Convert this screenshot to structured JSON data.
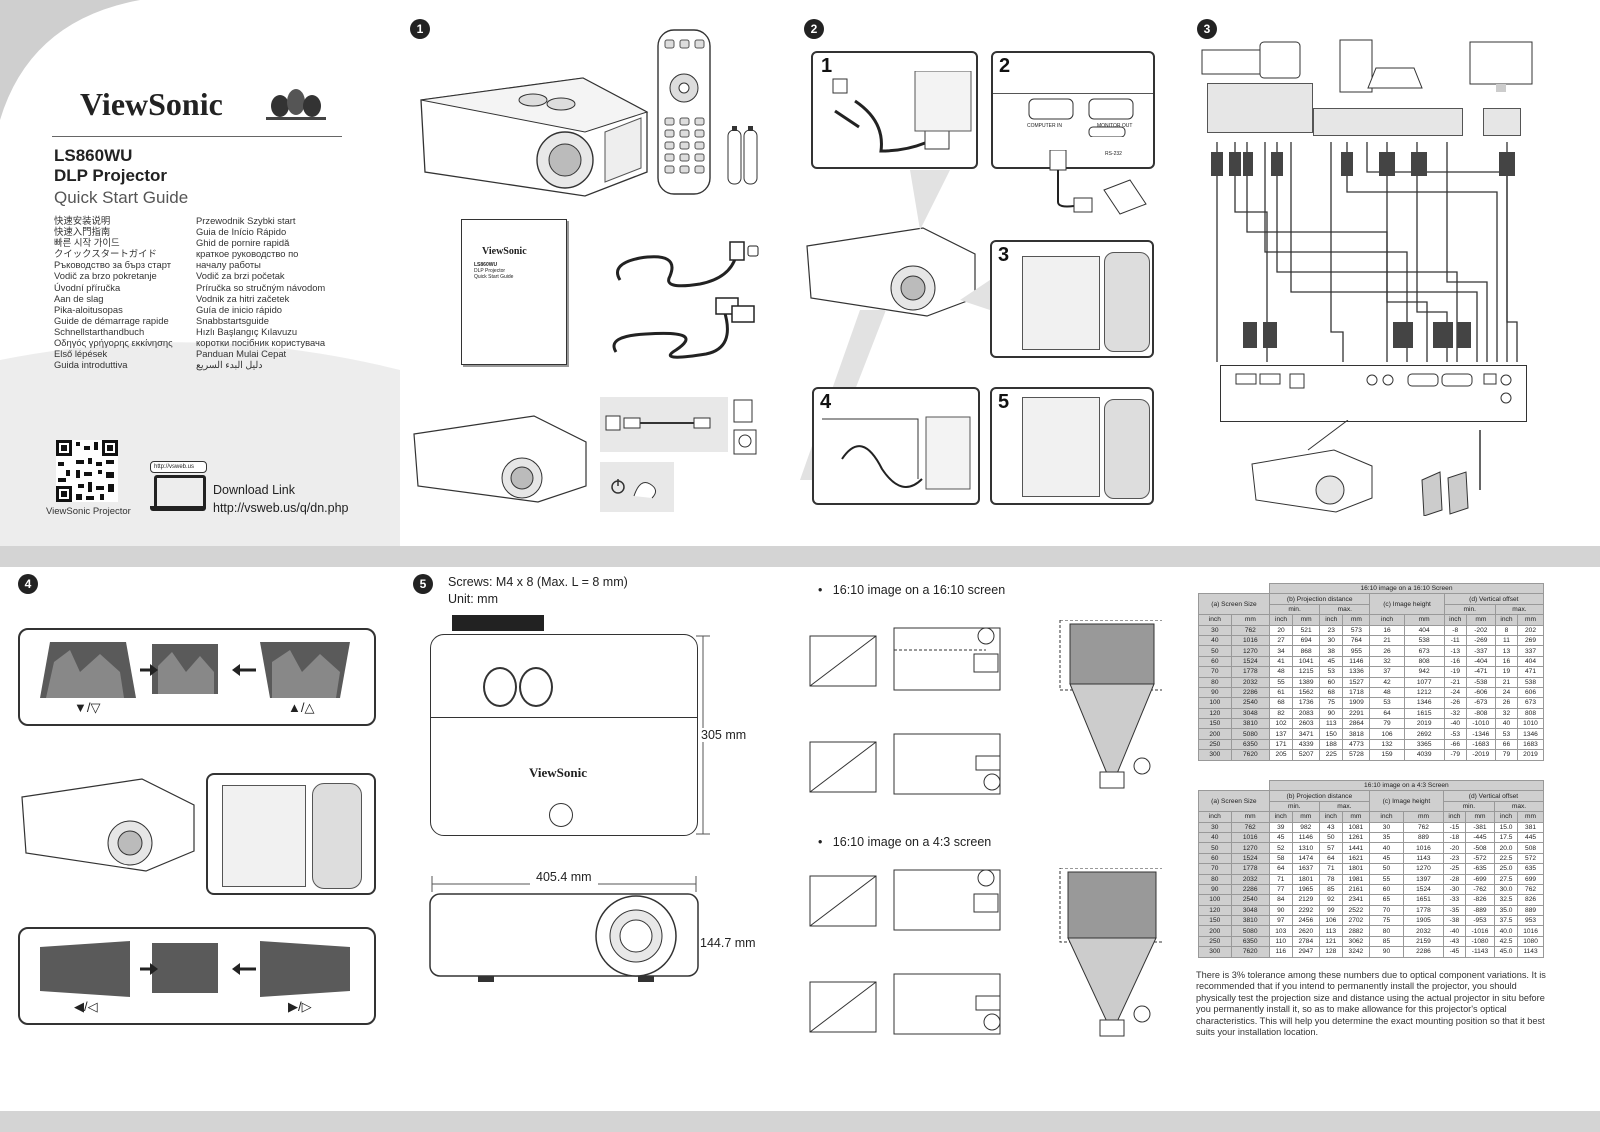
{
  "cover": {
    "brand": "ViewSonic",
    "model": "LS860WU",
    "type": "DLP Projector",
    "guide": "Quick Start Guide",
    "languages_left": [
      "快速安装说明",
      "快速入門指南",
      "빠른 시작 가이드",
      "クイックスタートガイド",
      "Ръководство за бърз старт",
      "Vodič za brzo pokretanje",
      "Úvodní příručka",
      "Aan de slag",
      "Pika-aloitusopas",
      "Guide de démarrage rapide",
      "Schnellstarthandbuch",
      "Οδηγός γρήγορης εκκίνησης",
      "Első lépések",
      "Guida introduttiva"
    ],
    "languages_right": [
      "Przewodnik Szybki start",
      "Guia de Início Rápido",
      "Ghid de pornire rapidă",
      "краткое руководство по",
      "началу работы",
      "Vodič za brzi početak",
      "Príručka so stručným návodom",
      "Vodnik za hitri začetek",
      "Guía de inicio rápido",
      "Snabbstartsguide",
      "Hızlı Başlangıç Kılavuzu",
      "коротки посібник користувача",
      "Panduan Mulai Cepat",
      "دليل البدء السريع"
    ],
    "qr_caption": "ViewSonic Projector",
    "download_label": "Download Link",
    "download_url": "http://vsweb.us/q/dn.php",
    "search_text": "http://vsweb.us"
  },
  "steps": {
    "s1": "1",
    "s2": "2",
    "s3": "3",
    "s4": "4",
    "s5": "5"
  },
  "panel_numbers": [
    "1",
    "2",
    "3",
    "4",
    "5"
  ],
  "connections": {
    "computer_in": "COMPUTER IN",
    "monitor_out": "MONITOR OUT",
    "rs232": "RS-232"
  },
  "keystone": {
    "down": "▼/▽",
    "up": "▲/△",
    "left": "◀/◁",
    "right": "▶/▷"
  },
  "mounting": {
    "screws": "Screws: M4 x 8 (Max. L = 8 mm)",
    "unit": "Unit: mm",
    "depth": "305 mm",
    "width": "405.4 mm",
    "height": "144.7 mm"
  },
  "screens": {
    "s1610": "16:10 image on a 16:10 screen",
    "s43": "16:10 image on a 4:3 screen"
  },
  "table1610": {
    "title": "16:10 image on a 16:10 Screen",
    "h_size": "(a) Screen Size",
    "h_dist": "(b) Projection distance",
    "h_height": "(c) Image height",
    "h_offset": "(d) Vertical offset",
    "min": "min.",
    "max": "max.",
    "units": [
      "inch",
      "mm",
      "inch",
      "mm",
      "inch",
      "mm",
      "inch",
      "mm",
      "inch",
      "mm",
      "inch",
      "mm"
    ],
    "rows": [
      [
        "30",
        "762",
        "20",
        "521",
        "23",
        "573",
        "16",
        "404",
        "-8",
        "-202",
        "8",
        "202"
      ],
      [
        "40",
        "1016",
        "27",
        "694",
        "30",
        "764",
        "21",
        "538",
        "-11",
        "-269",
        "11",
        "269"
      ],
      [
        "50",
        "1270",
        "34",
        "868",
        "38",
        "955",
        "26",
        "673",
        "-13",
        "-337",
        "13",
        "337"
      ],
      [
        "60",
        "1524",
        "41",
        "1041",
        "45",
        "1146",
        "32",
        "808",
        "-16",
        "-404",
        "16",
        "404"
      ],
      [
        "70",
        "1778",
        "48",
        "1215",
        "53",
        "1336",
        "37",
        "942",
        "-19",
        "-471",
        "19",
        "471"
      ],
      [
        "80",
        "2032",
        "55",
        "1389",
        "60",
        "1527",
        "42",
        "1077",
        "-21",
        "-538",
        "21",
        "538"
      ],
      [
        "90",
        "2286",
        "61",
        "1562",
        "68",
        "1718",
        "48",
        "1212",
        "-24",
        "-606",
        "24",
        "606"
      ],
      [
        "100",
        "2540",
        "68",
        "1736",
        "75",
        "1909",
        "53",
        "1346",
        "-26",
        "-673",
        "26",
        "673"
      ],
      [
        "120",
        "3048",
        "82",
        "2083",
        "90",
        "2291",
        "64",
        "1615",
        "-32",
        "-808",
        "32",
        "808"
      ],
      [
        "150",
        "3810",
        "102",
        "2603",
        "113",
        "2864",
        "79",
        "2019",
        "-40",
        "-1010",
        "40",
        "1010"
      ],
      [
        "200",
        "5080",
        "137",
        "3471",
        "150",
        "3818",
        "106",
        "2692",
        "-53",
        "-1346",
        "53",
        "1346"
      ],
      [
        "250",
        "6350",
        "171",
        "4339",
        "188",
        "4773",
        "132",
        "3365",
        "-66",
        "-1683",
        "66",
        "1683"
      ],
      [
        "300",
        "7620",
        "205",
        "5207",
        "225",
        "5728",
        "159",
        "4039",
        "-79",
        "-2019",
        "79",
        "2019"
      ]
    ]
  },
  "table43": {
    "title": "16:10 image on a 4:3 Screen",
    "h_size": "(a) Screen Size",
    "h_dist": "(b) Projection distance",
    "h_height": "(c) Image height",
    "h_offset": "(d) Vertical offset",
    "min": "min.",
    "max": "max.",
    "units": [
      "inch",
      "mm",
      "inch",
      "mm",
      "inch",
      "mm",
      "inch",
      "mm",
      "inch",
      "mm",
      "inch",
      "mm"
    ],
    "rows": [
      [
        "30",
        "762",
        "39",
        "982",
        "43",
        "1081",
        "30",
        "762",
        "-15",
        "-381",
        "15.0",
        "381"
      ],
      [
        "40",
        "1016",
        "45",
        "1146",
        "50",
        "1261",
        "35",
        "889",
        "-18",
        "-445",
        "17.5",
        "445"
      ],
      [
        "50",
        "1270",
        "52",
        "1310",
        "57",
        "1441",
        "40",
        "1016",
        "-20",
        "-508",
        "20.0",
        "508"
      ],
      [
        "60",
        "1524",
        "58",
        "1474",
        "64",
        "1621",
        "45",
        "1143",
        "-23",
        "-572",
        "22.5",
        "572"
      ],
      [
        "70",
        "1778",
        "64",
        "1637",
        "71",
        "1801",
        "50",
        "1270",
        "-25",
        "-635",
        "25.0",
        "635"
      ],
      [
        "80",
        "2032",
        "71",
        "1801",
        "78",
        "1981",
        "55",
        "1397",
        "-28",
        "-699",
        "27.5",
        "699"
      ],
      [
        "90",
        "2286",
        "77",
        "1965",
        "85",
        "2161",
        "60",
        "1524",
        "-30",
        "-762",
        "30.0",
        "762"
      ],
      [
        "100",
        "2540",
        "84",
        "2129",
        "92",
        "2341",
        "65",
        "1651",
        "-33",
        "-826",
        "32.5",
        "826"
      ],
      [
        "120",
        "3048",
        "90",
        "2292",
        "99",
        "2522",
        "70",
        "1778",
        "-35",
        "-889",
        "35.0",
        "889"
      ],
      [
        "150",
        "3810",
        "97",
        "2456",
        "106",
        "2702",
        "75",
        "1905",
        "-38",
        "-953",
        "37.5",
        "953"
      ],
      [
        "200",
        "5080",
        "103",
        "2620",
        "113",
        "2882",
        "80",
        "2032",
        "-40",
        "-1016",
        "40.0",
        "1016"
      ],
      [
        "250",
        "6350",
        "110",
        "2784",
        "121",
        "3062",
        "85",
        "2159",
        "-43",
        "-1080",
        "42.5",
        "1080"
      ],
      [
        "300",
        "7620",
        "116",
        "2947",
        "128",
        "3242",
        "90",
        "2286",
        "-45",
        "-1143",
        "45.0",
        "1143"
      ]
    ]
  },
  "tolerance_note": "There is 3% tolerance among these numbers due to optical component variations. It is recommended that if you intend to permanently install the projector, you should physically test the projection size and distance using the actual projector in situ before you permanently install it, so as to make allowance for this projector's optical characteristics. This will help you determine the exact mounting position so that it best suits your installation location."
}
